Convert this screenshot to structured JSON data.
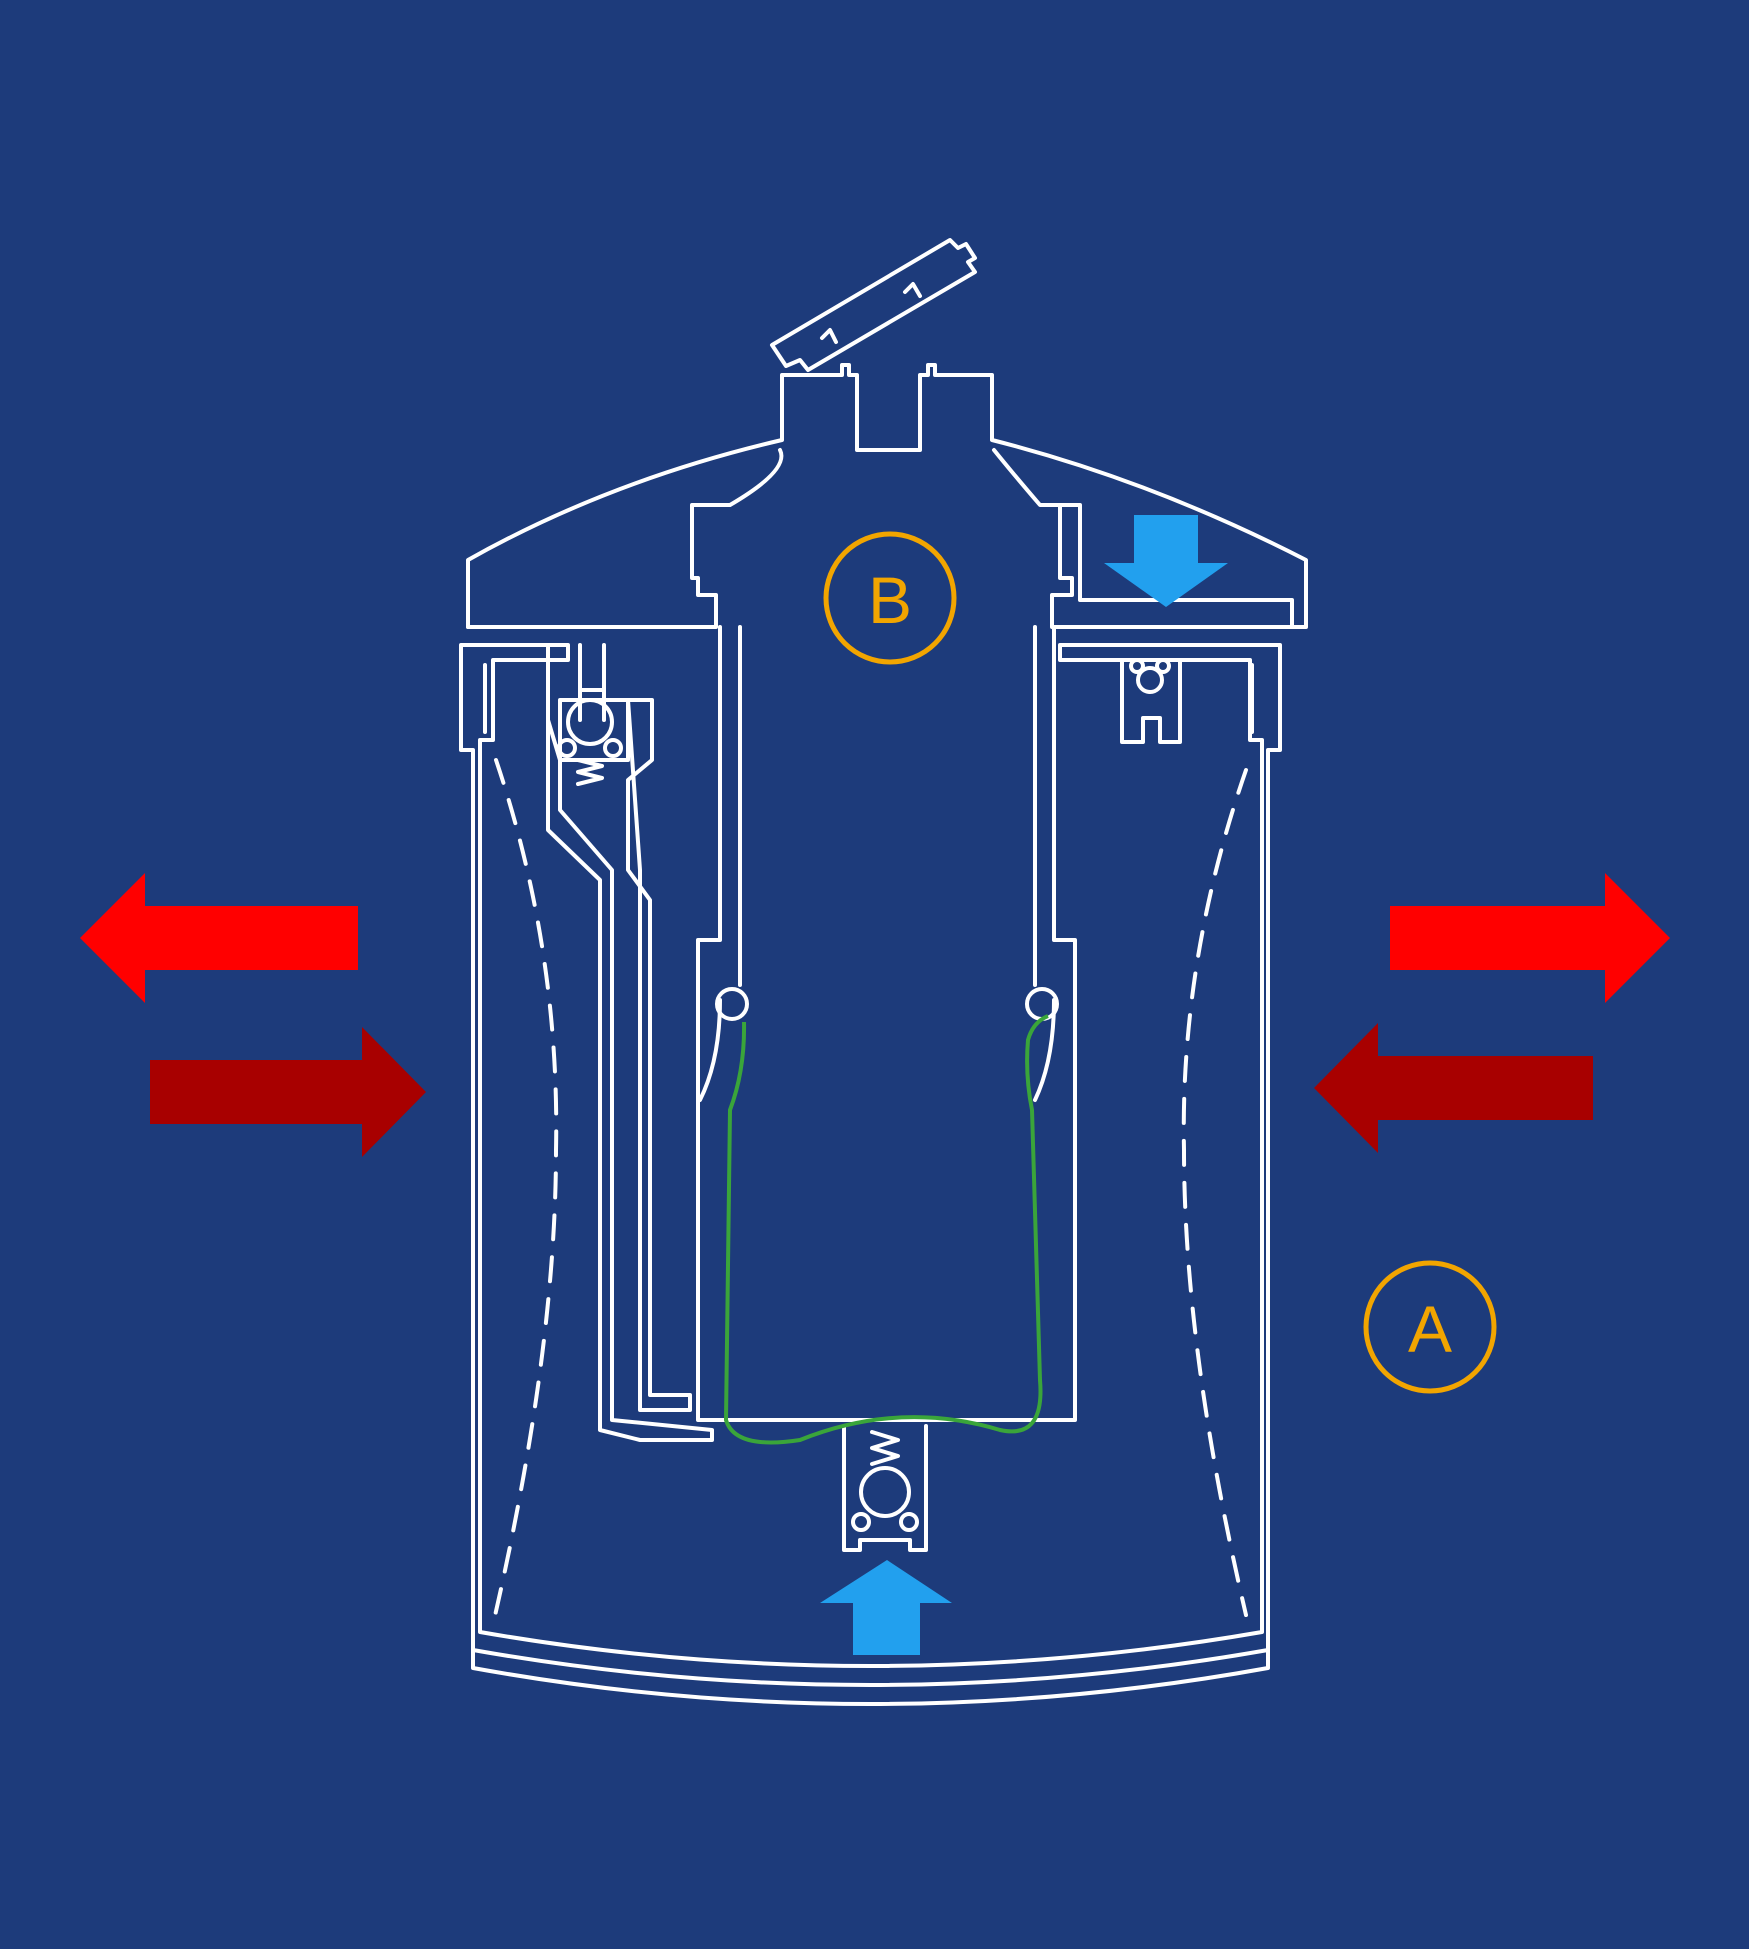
{
  "labels": {
    "a": "A",
    "b": "B"
  },
  "colors": {
    "background": "#1d3b7b",
    "outline": "#ffffff",
    "label": "#f2a500",
    "bladder": "#3aa53a",
    "arrow_bright_red": "#ff0000",
    "arrow_dark_red": "#a80000",
    "arrow_blue": "#22a0ee"
  },
  "arrows": [
    {
      "name": "left-outward-arrow",
      "direction": "left",
      "color": "bright-red"
    },
    {
      "name": "left-inward-arrow",
      "direction": "right",
      "color": "dark-red"
    },
    {
      "name": "right-outward-arrow",
      "direction": "right",
      "color": "bright-red"
    },
    {
      "name": "right-inward-arrow",
      "direction": "left",
      "color": "dark-red"
    },
    {
      "name": "top-down-arrow",
      "direction": "down",
      "color": "blue"
    },
    {
      "name": "bottom-up-arrow",
      "direction": "up",
      "color": "blue"
    }
  ]
}
